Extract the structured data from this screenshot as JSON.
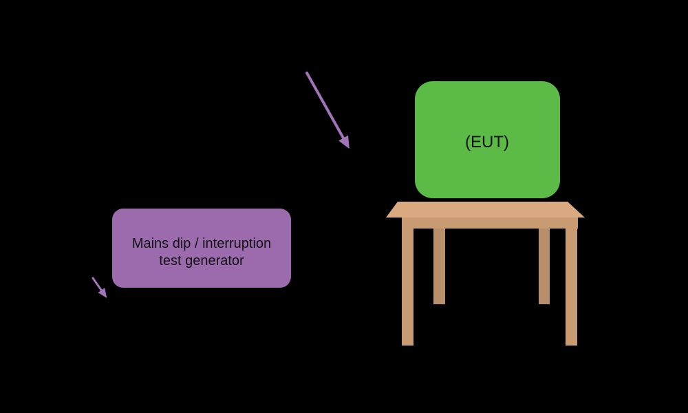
{
  "eut_box": {
    "label": "(EUT)"
  },
  "generator_box": {
    "line1": "Mains dip / interruption",
    "line2": "test generator"
  },
  "colors": {
    "background": "#000000",
    "eut_green": "#5bbb46",
    "generator_purple": "#9c6bae",
    "arrow_purple": "#a173b8",
    "table_top": "#d9aa80",
    "table_front": "#c89b73",
    "table_back_leg": "#b78f6a",
    "label_text": "#111111"
  }
}
